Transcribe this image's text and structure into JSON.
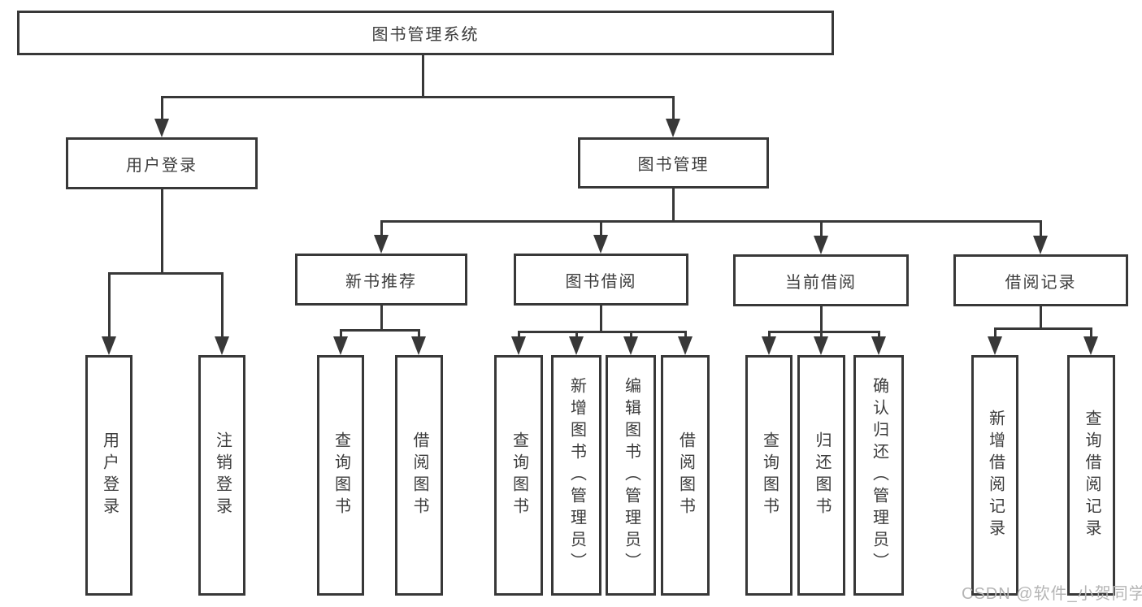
{
  "colors": {
    "line": "#383838",
    "text": "#3c3c3c",
    "box_background": "#ffffff",
    "page_background": "#ffffff",
    "watermark_text": "#b5b5b5"
  },
  "watermark": {
    "text": "CSDN @软件_小贺同学"
  },
  "nodes": {
    "root": {
      "label": "图书管理系统"
    },
    "user_login": {
      "label": "用户登录"
    },
    "book_mgmt": {
      "label": "图书管理"
    },
    "new_books": {
      "label": "新书推荐"
    },
    "book_borrow": {
      "label": "图书借阅"
    },
    "current_borrow": {
      "label": "当前借阅"
    },
    "borrow_records": {
      "label": "借阅记录"
    },
    "leaf_user_login": {
      "label": "用户登录"
    },
    "leaf_logout": {
      "label": "注销登录"
    },
    "leaf_nb_query_books": {
      "label": "查询图书"
    },
    "leaf_nb_borrow_books": {
      "label": "借阅图书"
    },
    "leaf_bb_query_books": {
      "label": "查询图书"
    },
    "leaf_bb_add_books": {
      "label": "新增图书（管理员）"
    },
    "leaf_bb_edit_books": {
      "label": "编辑图书（管理员）"
    },
    "leaf_bb_borrow_books": {
      "label": "借阅图书"
    },
    "leaf_cb_query_books": {
      "label": "查询图书"
    },
    "leaf_cb_return_books": {
      "label": "归还图书"
    },
    "leaf_cb_confirm_return": {
      "label": "确认归还（管理员）"
    },
    "leaf_br_add_record": {
      "label": "新增借阅记录"
    },
    "leaf_br_query_record": {
      "label": "查询借阅记录"
    }
  },
  "hierarchy": {
    "root": "图书管理系统",
    "children": [
      {
        "label": "用户登录",
        "children": [
          "用户登录",
          "注销登录"
        ]
      },
      {
        "label": "图书管理",
        "children": [
          {
            "label": "新书推荐",
            "children": [
              "查询图书",
              "借阅图书"
            ]
          },
          {
            "label": "图书借阅",
            "children": [
              "查询图书",
              "新增图书（管理员）",
              "编辑图书（管理员）",
              "借阅图书"
            ]
          },
          {
            "label": "当前借阅",
            "children": [
              "查询图书",
              "归还图书",
              "确认归还（管理员）"
            ]
          },
          {
            "label": "借阅记录",
            "children": [
              "新增借阅记录",
              "查询借阅记录"
            ]
          }
        ]
      }
    ]
  }
}
